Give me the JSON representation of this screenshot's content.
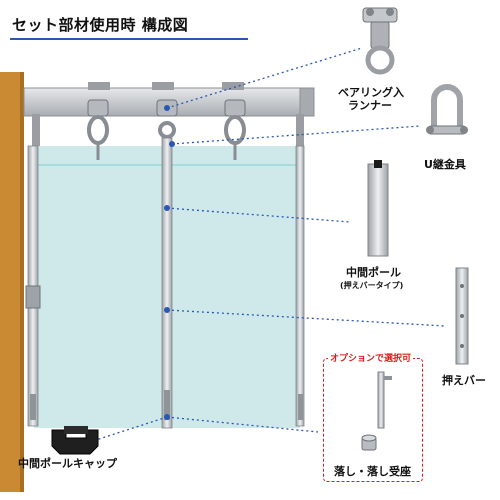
{
  "title": "セット部材使用時 構成図",
  "labels": {
    "bearing_runner_line1": "ベアリング入",
    "bearing_runner_line2": "ランナー",
    "u_fitting": "U継金具",
    "middle_pole": "中間ポール",
    "middle_pole_sub": "(押えバータイプ)",
    "press_bar": "押えバー",
    "option_note": "オプションで選択可",
    "drop_bolt": "落し・落し受座",
    "middle_pole_cap": "中間ポールキャップ"
  },
  "colors": {
    "accent_blue": "#2a57b6",
    "option_red": "#d91e1e",
    "wall_wood": "#c98a33",
    "panel_tint": "#cfe9ea",
    "rail_gray": "#c8cbcf"
  }
}
